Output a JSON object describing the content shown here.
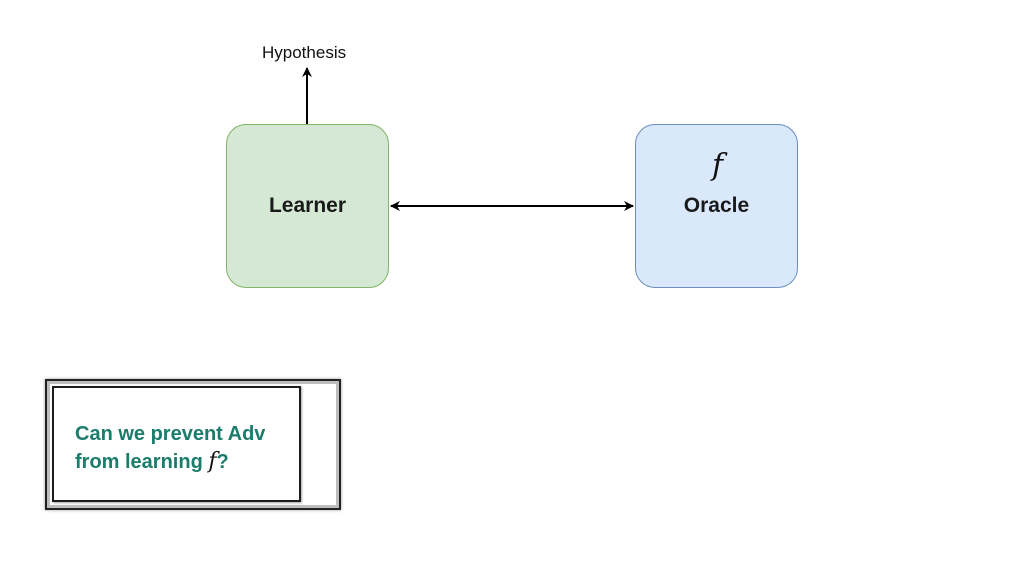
{
  "diagram": {
    "hypothesis_label": "Hypothesis",
    "learner_label": "Learner",
    "oracle_label": "Oracle",
    "oracle_function": "f",
    "edge_label": "·"
  },
  "question": {
    "line1": "Can we prevent Adv",
    "line2_prefix": "from learning ",
    "line2_function": "f",
    "line2_suffix": "?"
  },
  "colors": {
    "learner_fill": "#d5e8d4",
    "learner_stroke": "#82b366",
    "oracle_fill": "#dae8fc",
    "oracle_stroke": "#6c8ebf",
    "question_text": "#1b7c6c"
  }
}
